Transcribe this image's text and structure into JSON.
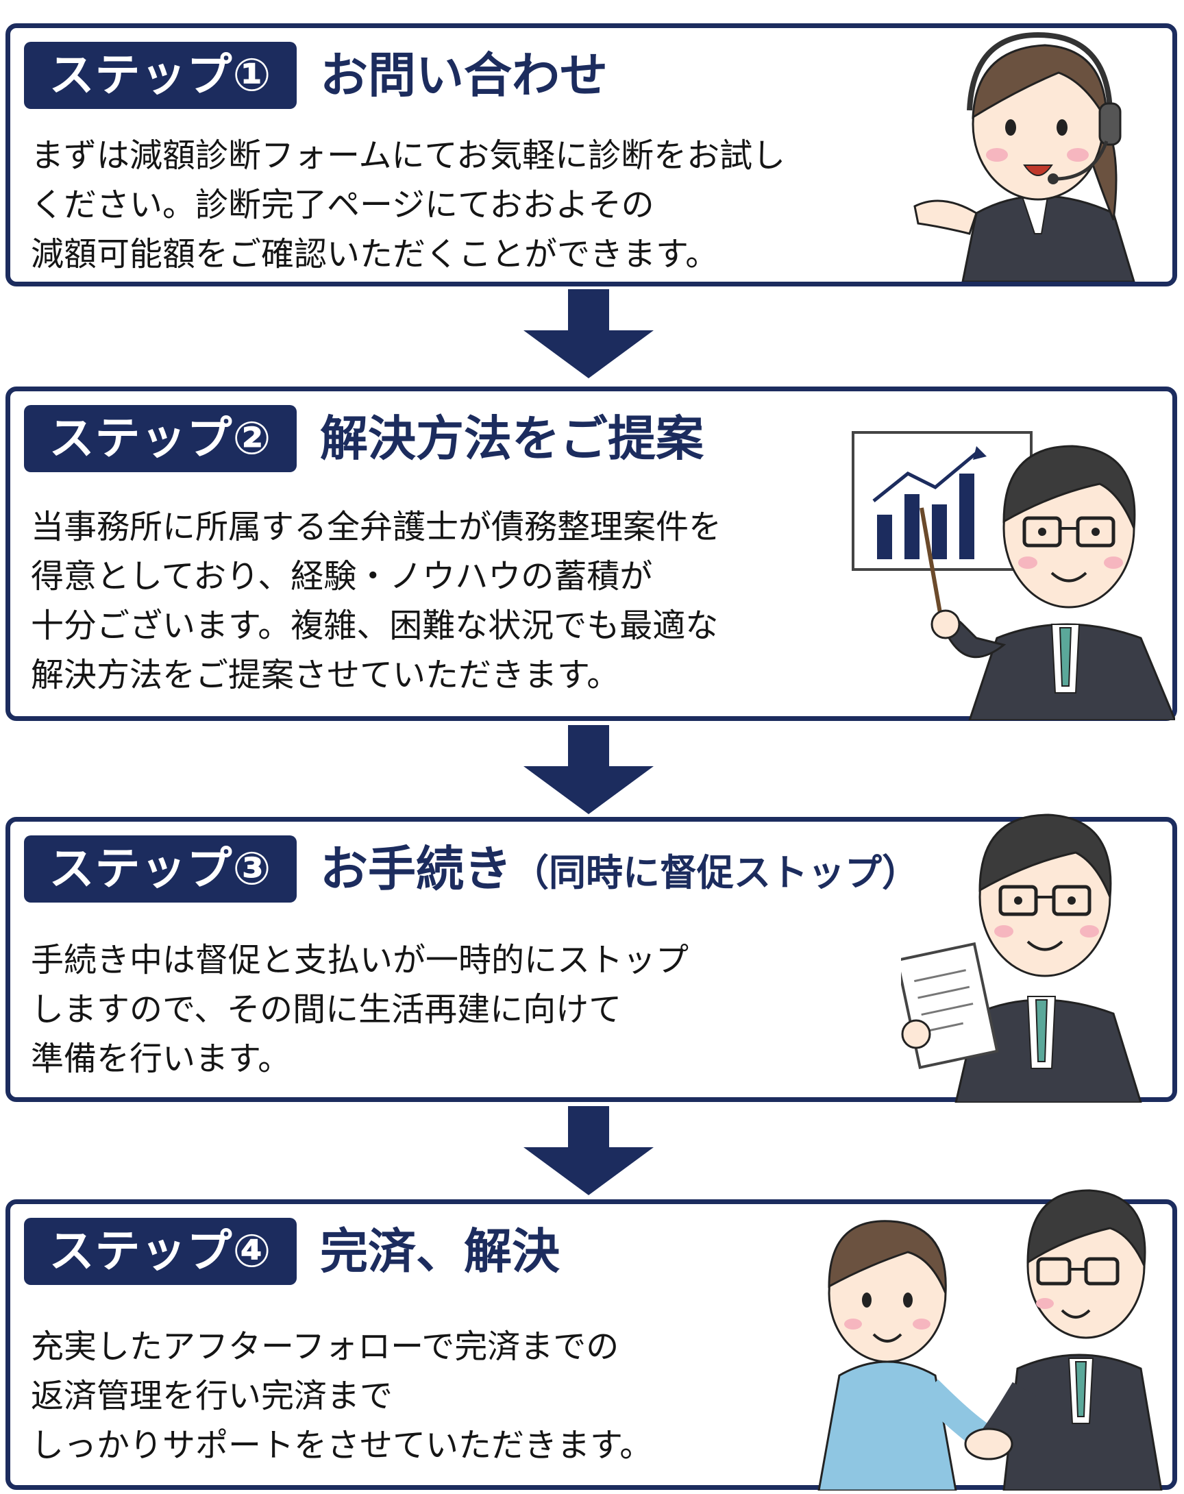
{
  "colors": {
    "navy": "#1c2c5e",
    "text": "#151515",
    "suit": "#3a3d47",
    "skin": "#fde8d7",
    "hair_brown": "#6b5240",
    "hair_dark": "#3b3b3b",
    "shirt_blue": "#8fc6e2",
    "tie_teal": "#5ba89a",
    "cheek": "#f6b6bf"
  },
  "steps": [
    {
      "badge": "ステップ①",
      "title": "お問い合わせ",
      "lines": [
        "まずは減額診断フォームにてお気軽に診断をお試し",
        "ください。診断完了ページにておおよその",
        "減額可能額をご確認いただくことができます。"
      ],
      "illustration": "operator-with-headset"
    },
    {
      "badge": "ステップ②",
      "title": "解決方法をご提案",
      "lines": [
        "当事務所に所属する全弁護士が債務整理案件を",
        "得意としており、経験・ノウハウの蓄積が",
        "十分ございます。複雑、困難な状況でも最適な",
        "解決方法をご提案させていただきます。"
      ],
      "illustration": "lawyer-with-chart"
    },
    {
      "badge": "ステップ③",
      "title": "お手続き",
      "title_sub": "（同時に督促ストップ）",
      "lines": [
        "手続き中は督促と支払いが一時的にストップ",
        "しますので、その間に生活再建に向けて",
        "準備を行います。"
      ],
      "illustration": "lawyer-with-document"
    },
    {
      "badge": "ステップ④",
      "title": "完済、解決",
      "lines": [
        "充実したアフターフォローで完済までの",
        "返済管理を行い完済まで",
        "しっかりサポートをさせていただきます。"
      ],
      "illustration": "handshake"
    }
  ]
}
